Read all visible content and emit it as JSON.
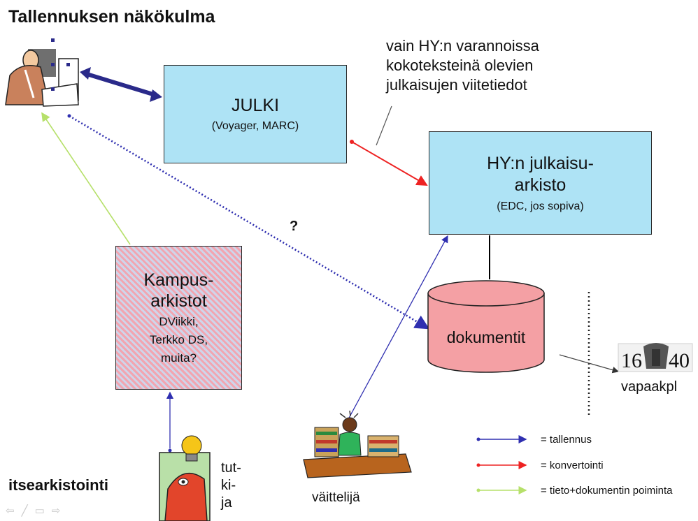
{
  "title": "Tallennuksen näkökulma",
  "note": "vain HY:n varannoissa kokoteksteinä olevien julkaisujen viitetiedot",
  "julki": {
    "line1": "JULKI",
    "line2": "(Voyager, MARC)"
  },
  "hy": {
    "line1a": "HY:n julkaisu-",
    "line1b": "arkisto",
    "line2": "(EDC, jos sopiva)"
  },
  "kampus": {
    "line1a": "Kampus-",
    "line1b": "arkistot",
    "line2a": "DViikki,",
    "line2b": "Terkko DS,",
    "line2c": "muita?"
  },
  "question": "?",
  "dokumentit": "dokumentit",
  "vapaakpl": "vapaakpl",
  "logo_text": "1640",
  "vaittelija": "väittelijä",
  "tutkija": [
    "tut-",
    "ki-",
    "ja"
  ],
  "itsearkistointi": "itsearkistointi",
  "legend": [
    {
      "label": "= tallennus",
      "color": "#2f2fb0"
    },
    {
      "label": "= konvertointi",
      "color": "#ee2222"
    },
    {
      "label": "= tieto+dokumentin poiminta",
      "color": "#b6e06a"
    }
  ],
  "nav": [
    "⇦",
    "╱",
    "▭",
    "⇨"
  ],
  "colors": {
    "box_blue": "#aee3f5",
    "cylinder": "#f4a0a4",
    "arrow_blue": "#2f2fb0",
    "arrow_dark": "#2a2a8a"
  }
}
